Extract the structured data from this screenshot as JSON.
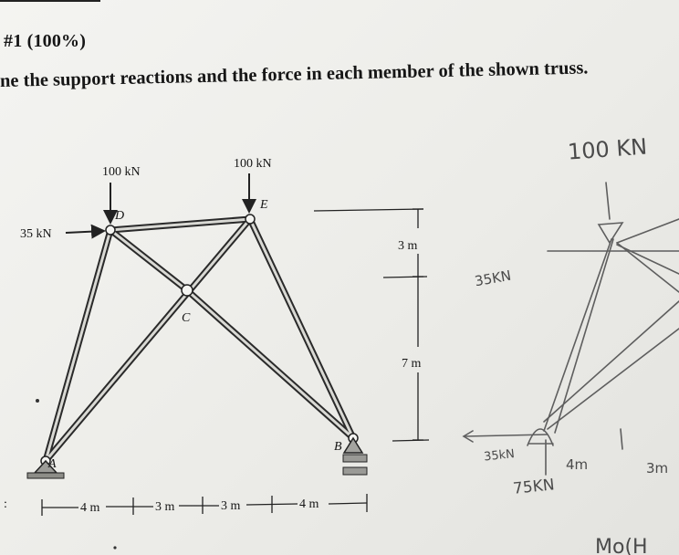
{
  "problem": {
    "number": "#1 (100%)",
    "statement": "ne the support reactions and the force in each member of the shown truss."
  },
  "figure": {
    "loads": {
      "load_d": "100 kN",
      "load_e": "100 kN",
      "horizontal": "35 kN"
    },
    "joints": {
      "a": "A",
      "b": "B",
      "c": "C",
      "d": "D",
      "e": "E"
    },
    "dimensions": {
      "top_height": "3 m",
      "lower_height": "7 m",
      "spans": [
        "4 m",
        "3 m",
        "3 m",
        "4 m"
      ]
    }
  },
  "handwriting": {
    "load_top": "100 KN",
    "load_left": "35KN",
    "reaction_h": "35kN",
    "reaction_v": "75KN",
    "dim_4m": "4m",
    "dim_3m": "3m",
    "bottom": "Mo(H"
  },
  "margin_marks": {
    "colon": ":"
  }
}
